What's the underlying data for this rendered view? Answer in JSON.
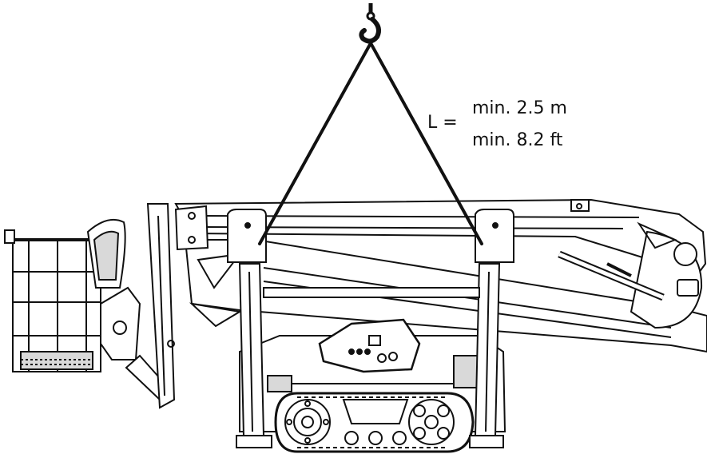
{
  "sling_label": {
    "prefix": "L =",
    "metric": "min. 2.5 m",
    "imperial": "min. 8.2 ft"
  },
  "colors": {
    "ink": "#111111",
    "fill": "#ffffff",
    "shade": "#d9d9d9"
  }
}
